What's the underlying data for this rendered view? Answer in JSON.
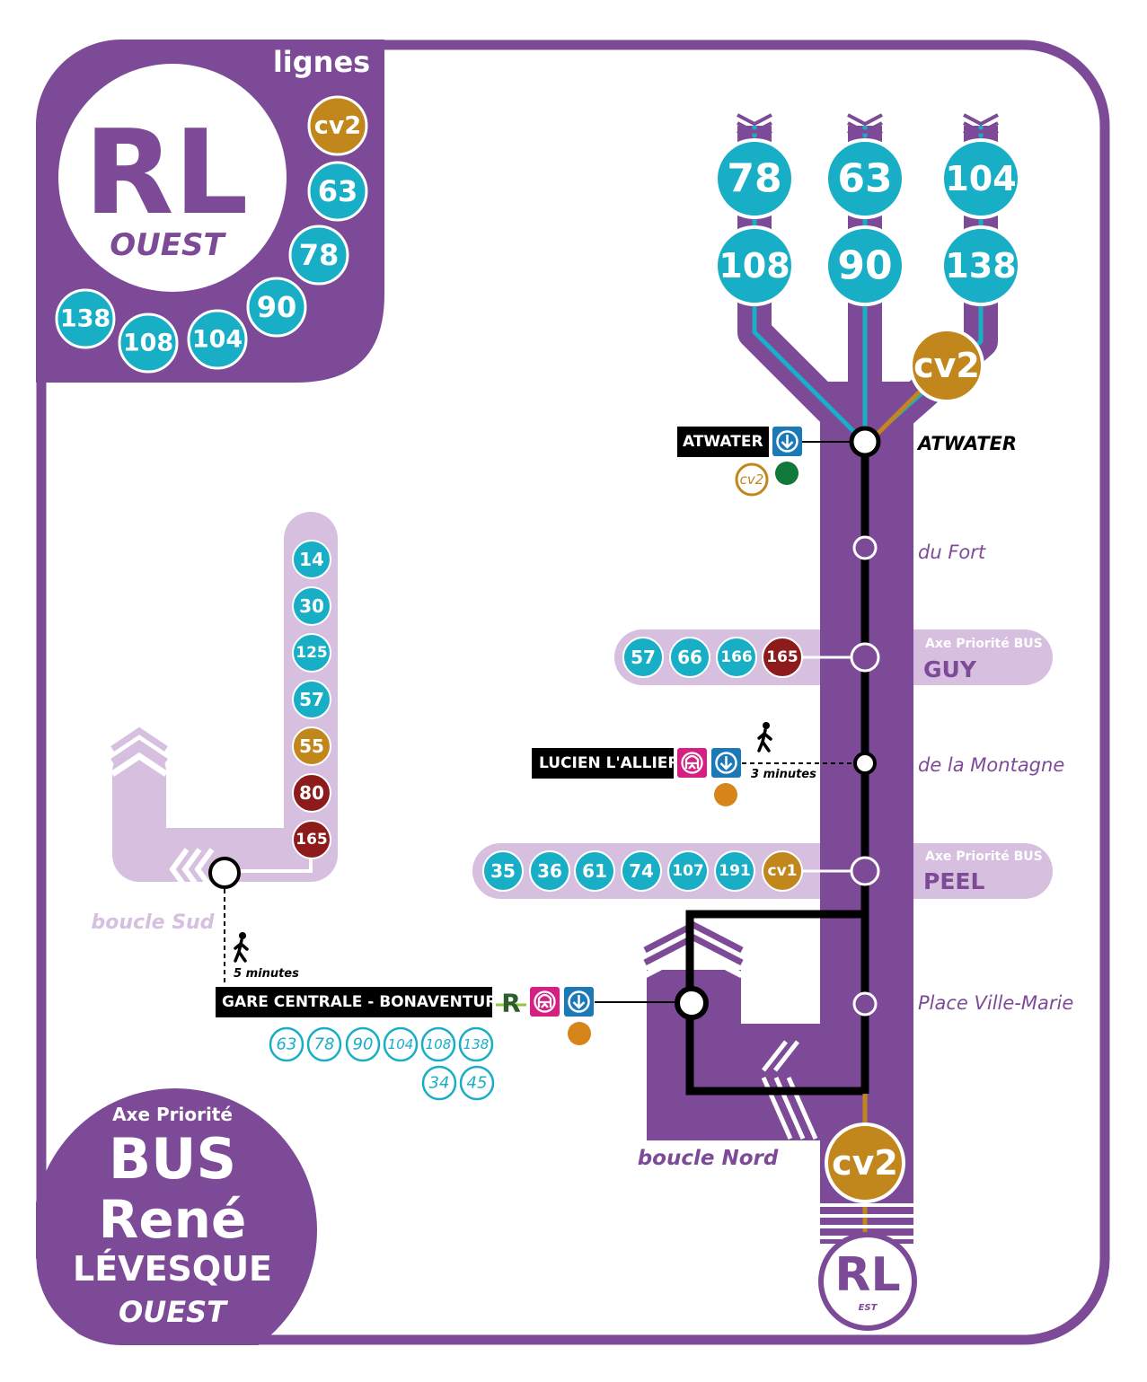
{
  "colors": {
    "purple": "#7d4a98",
    "lilac": "#d6bfdf",
    "teal": "#17aec6",
    "gold": "#c1861c",
    "maroon": "#8e1b1b",
    "metro_blue": "#1b79b8",
    "metro_green": "#10793a",
    "metro_orange": "#d6851a",
    "rem_pink": "#d61f82",
    "black": "#000000"
  },
  "header": {
    "title_rl": "RL",
    "title_sub": "OUEST",
    "lignes_label": "lignes",
    "lines": [
      {
        "label": "cv2",
        "color": "gold"
      },
      {
        "label": "63",
        "color": "teal"
      },
      {
        "label": "78",
        "color": "teal"
      },
      {
        "label": "90",
        "color": "teal"
      },
      {
        "label": "104",
        "color": "teal"
      },
      {
        "label": "108",
        "color": "teal"
      },
      {
        "label": "138",
        "color": "teal"
      }
    ]
  },
  "branches": {
    "top_row": [
      "78",
      "63",
      "104"
    ],
    "second_row": [
      "108",
      "90",
      "138"
    ],
    "cv2_badge": "cv2"
  },
  "stations": {
    "atwater": "ATWATER",
    "du_fort": "du Fort",
    "guy": "GUY",
    "de_la_montagne": "de la Montagne",
    "peel": "PEEL",
    "place_ville_marie": "Place Ville-Marie"
  },
  "axe_label": "Axe Priorité BUS",
  "metro_atwater": {
    "name": "ATWATER",
    "connection": "cv2"
  },
  "guy_connections": [
    {
      "label": "57",
      "color": "teal"
    },
    {
      "label": "66",
      "color": "teal"
    },
    {
      "label": "166",
      "color": "teal"
    },
    {
      "label": "165",
      "color": "maroon"
    }
  ],
  "lucien": {
    "name": "LUCIEN L'ALLIER",
    "walk": "3 minutes"
  },
  "peel_connections": [
    {
      "label": "35",
      "color": "teal"
    },
    {
      "label": "36",
      "color": "teal"
    },
    {
      "label": "61",
      "color": "teal"
    },
    {
      "label": "74",
      "color": "teal"
    },
    {
      "label": "107",
      "color": "teal"
    },
    {
      "label": "191",
      "color": "teal"
    },
    {
      "label": "cv1",
      "color": "gold"
    }
  ],
  "boucle_sud": {
    "label": "boucle Sud",
    "lines": [
      {
        "label": "14",
        "color": "teal"
      },
      {
        "label": "30",
        "color": "teal"
      },
      {
        "label": "125",
        "color": "teal"
      },
      {
        "label": "57",
        "color": "teal"
      },
      {
        "label": "55",
        "color": "gold"
      },
      {
        "label": "80",
        "color": "maroon"
      },
      {
        "label": "165",
        "color": "maroon"
      }
    ],
    "walk": "5 minutes"
  },
  "gare": {
    "name": "GARE CENTRALE - BONAVENTURE",
    "rem_letter": "R",
    "connections_row1": [
      "63",
      "78",
      "90",
      "104",
      "108",
      "138"
    ],
    "connections_row2": [
      "34",
      "45"
    ]
  },
  "boucle_nord": {
    "label": "boucle Nord"
  },
  "bottom": {
    "cv2": "cv2",
    "rl": "RL",
    "est": "EST"
  },
  "footer": {
    "axe": "Axe Priorité",
    "bus": "BUS",
    "rene": "René",
    "levesque": "LÉVESQUE",
    "ouest": "OUEST"
  }
}
